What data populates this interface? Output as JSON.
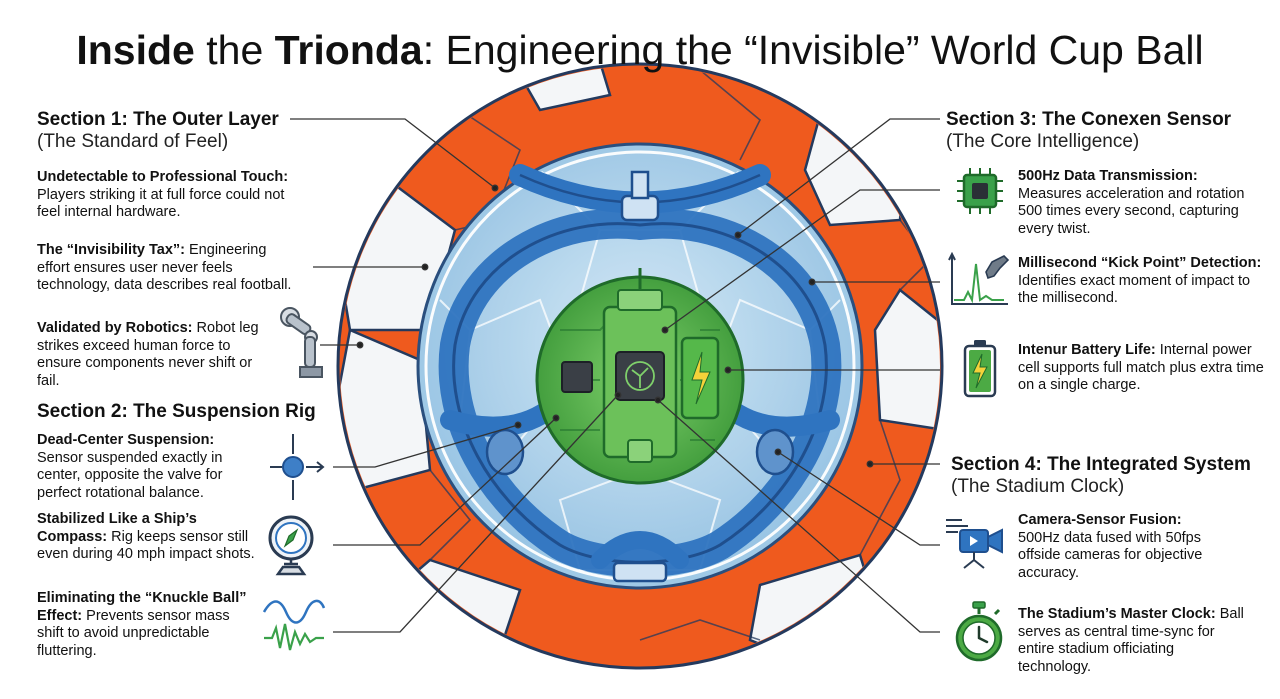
{
  "title": {
    "part1": "Inside",
    "part2": " the ",
    "part3": "Trionda",
    "part4": ": Engineering the “Invisible” World Cup Ball"
  },
  "sections": {
    "s1": {
      "heading": "Section 1: The Outer Layer",
      "subtitle": "(The Standard of Feel)",
      "items": [
        {
          "label": "Undetectable to Professional Touch:",
          "text": "Players striking it at full force could not feel internal hardware."
        },
        {
          "label": "The “Invisibility Tax”:",
          "text": "Engineering effort ensures user never feels technology, data describes real football."
        },
        {
          "label": "Validated by Robotics:",
          "text": "Robot leg strikes exceed human force to ensure components never shift or fail."
        }
      ]
    },
    "s2": {
      "heading": "Section 2: The Suspension Rig",
      "items": [
        {
          "label": "Dead-Center Suspension:",
          "text": "Sensor suspended exactly in center, opposite the valve for perfect rotational balance."
        },
        {
          "label": "Stabilized Like a Ship’s Compass:",
          "text": "Rig keeps sensor still even during 40 mph impact shots."
        },
        {
          "label": "Eliminating the “Knuckle Ball” Effect:",
          "text": "Prevents sensor mass shift to avoid unpredictable fluttering."
        }
      ]
    },
    "s3": {
      "heading": "Section 3: The Conexen Sensor",
      "subtitle": "(The Core Intelligence)",
      "items": [
        {
          "label": "500Hz Data Transmission:",
          "text": "Measures acceleration and rotation 500 times every second, capturing every twist."
        },
        {
          "label": "Millisecond “Kick Point” Detection:",
          "text": "Identifies exact moment of impact to the millisecond."
        },
        {
          "label": "Intenur Battery Life:",
          "text": "Internal power cell supports full match plus extra time on a single charge."
        }
      ]
    },
    "s4": {
      "heading": "Section 4: The Integrated System",
      "subtitle": "(The Stadium Clock)",
      "items": [
        {
          "label": "Camera-Sensor Fusion:",
          "text": "500Hz data fused with 50fps offside cameras for objective accuracy."
        },
        {
          "label": "The Stadium’s Master Clock:",
          "text": "Ball serves as central time-sync for entire stadium officiating technology."
        }
      ]
    }
  },
  "icons": {
    "robot": "robot-leg-icon",
    "target": "crosshair-target-icon",
    "compass": "compass-icon",
    "wave": "wave-icon",
    "chip": "microchip-icon",
    "kick": "kick-graph-icon",
    "battery": "battery-icon",
    "camera": "video-camera-icon",
    "clock": "stopwatch-icon"
  },
  "colors": {
    "orange": "#ef5a1e",
    "blue": "#2f74c0",
    "light_blue": "#a9cde8",
    "green": "#4caa44",
    "dark_green": "#1f6b2a"
  }
}
